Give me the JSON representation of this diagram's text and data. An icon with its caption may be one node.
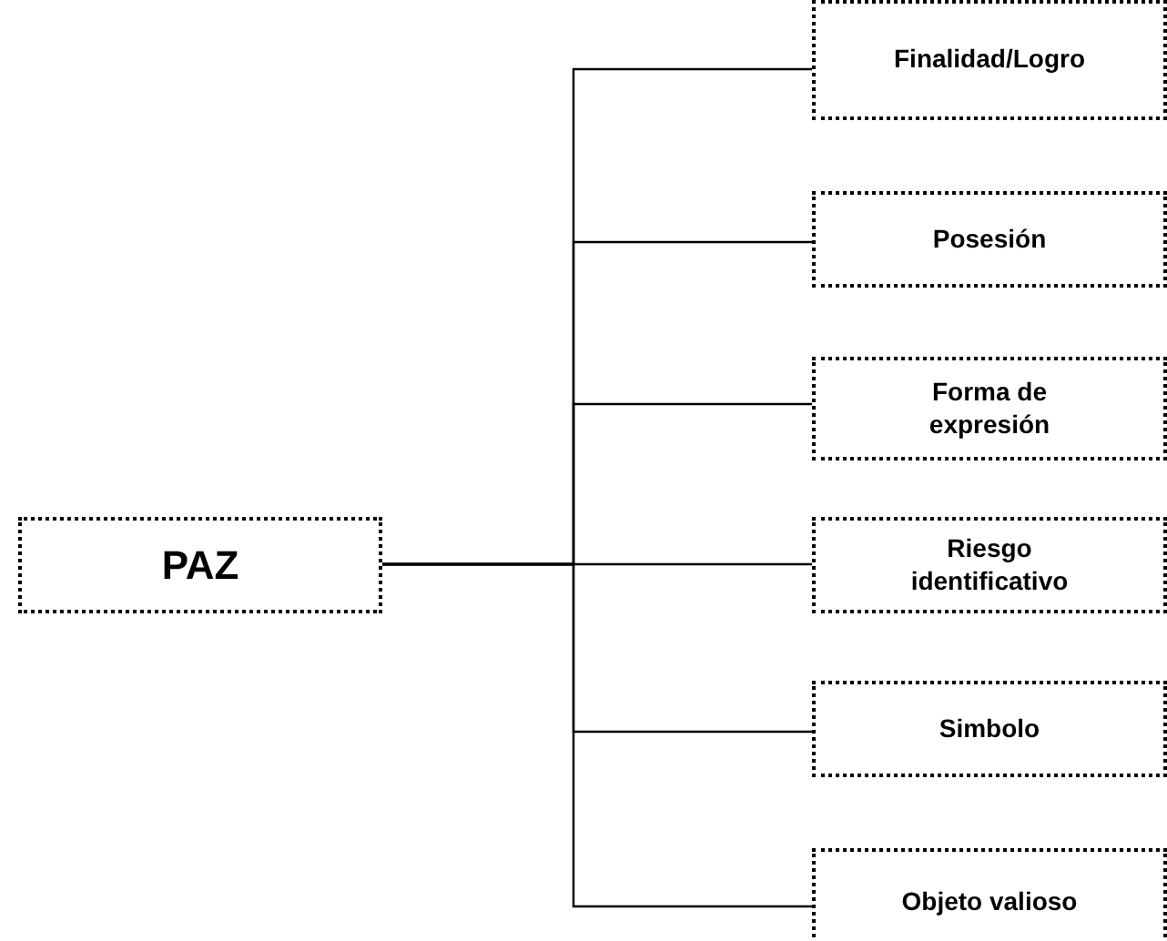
{
  "diagram": {
    "nodes": [
      {
        "text": [
          "PAZ"
        ]
      },
      {
        "text": [
          "Finalidad/Logro"
        ]
      },
      {
        "text": [
          "Posesión"
        ]
      },
      {
        "text": [
          "Forma de expresión"
        ]
      },
      {
        "text": [
          "Riesgo identificativo"
        ]
      },
      {
        "text": [
          "Simbolo"
        ]
      },
      {
        "text": [
          "Objeto valioso"
        ]
      }
    ],
    "edges": [
      {
        "from": 0,
        "to": 1,
        "arrow": "none"
      },
      {
        "from": 0,
        "to": 2,
        "arrow": "none"
      },
      {
        "from": 0,
        "to": 3,
        "arrow": "none"
      },
      {
        "from": 0,
        "to": 4,
        "arrow": "none"
      },
      {
        "from": 0,
        "to": 5,
        "arrow": "none"
      },
      {
        "from": 0,
        "to": 6,
        "arrow": "none"
      }
    ]
  }
}
